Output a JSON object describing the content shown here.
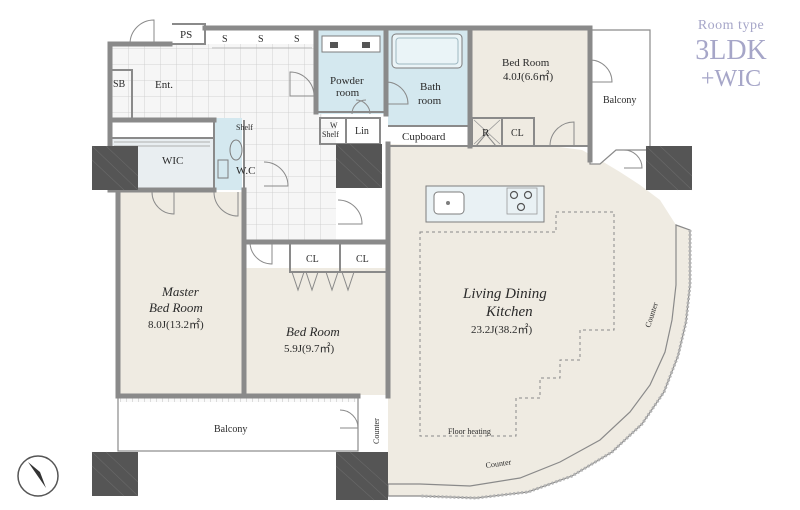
{
  "room_type": {
    "caption": "Room type",
    "layout": "3LDK",
    "extra": "+WIC"
  },
  "rooms": {
    "ps": "PS",
    "storage": "S",
    "sb": "SB",
    "entrance": "Ent.",
    "powder_room": [
      "Powder",
      "room"
    ],
    "bath_room": [
      "Bath",
      "room"
    ],
    "bed_room_ne": {
      "name": "Bed Room",
      "size": "4.0J(6.6㎡)"
    },
    "balcony_east": "Balcony",
    "cupboard": "Cupboard",
    "linen": "Lin",
    "w_shelf": [
      "W",
      "Shelf"
    ],
    "shelf": "Shelf",
    "refrigerator": "R",
    "closet": "CL",
    "wic": "WIC",
    "wc": "W.C",
    "master_bed_room": {
      "name": [
        "Master",
        "Bed Room"
      ],
      "size": "8.0J(13.2㎡)"
    },
    "bed_room_center": {
      "name": "Bed Room",
      "size": "5.9J(9.7㎡)"
    },
    "ldk": {
      "name": [
        "Living Dining",
        "Kitchen"
      ],
      "size": "23.2J(38.2㎡)"
    },
    "floor_heating": "Floor heating",
    "counter": "Counter",
    "balcony_south": "Balcony"
  },
  "colors": {
    "wall": "#8a8a8a",
    "pillar": "#4a4a4a",
    "room_fill": "#efebe2",
    "wet_area": "#d4e8ef",
    "tile": "#f4f4f4",
    "grid": "#cfcfcf",
    "accent_text": "#a6a6c8"
  },
  "icons": {
    "compass": "north-arrow-icon"
  }
}
